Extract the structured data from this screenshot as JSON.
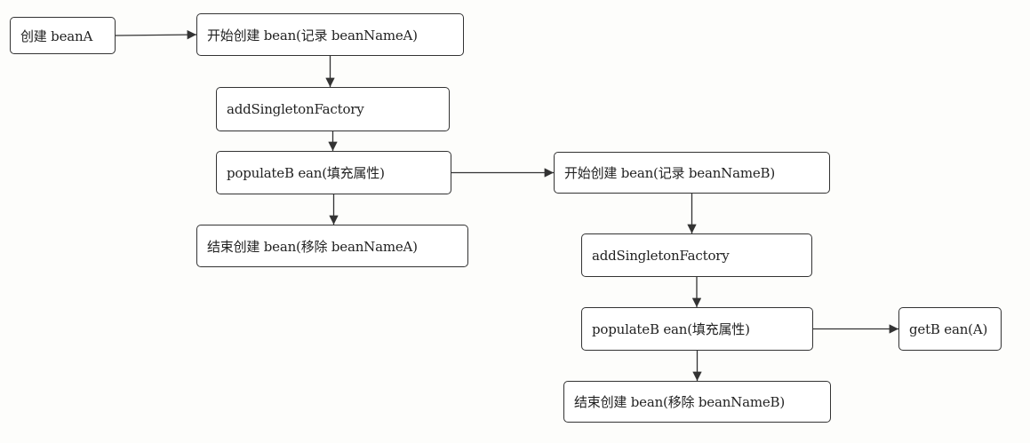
{
  "diagram": {
    "nodes": {
      "create_bean_a": "创建 beanA",
      "start_create_a": "开始创建 bean(记录 beanNameA)",
      "add_singleton_factory_a": "addSingletonFactory",
      "populate_bean_a": "populateB ean(填充属性)",
      "end_create_a": "结束创建 bean(移除 beanNameA)",
      "start_create_b": "开始创建 bean(记录 beanNameB)",
      "add_singleton_factory_b": "addSingletonFactory",
      "populate_bean_b": "populateB ean(填充属性)",
      "get_bean_a": "getB ean(A)",
      "end_create_b": "结束创建 bean(移除 beanNameB)"
    },
    "edges": [
      {
        "from": "create_bean_a",
        "to": "start_create_a"
      },
      {
        "from": "start_create_a",
        "to": "add_singleton_factory_a"
      },
      {
        "from": "add_singleton_factory_a",
        "to": "populate_bean_a"
      },
      {
        "from": "populate_bean_a",
        "to": "end_create_a"
      },
      {
        "from": "populate_bean_a",
        "to": "start_create_b"
      },
      {
        "from": "start_create_b",
        "to": "add_singleton_factory_b"
      },
      {
        "from": "add_singleton_factory_b",
        "to": "populate_bean_b"
      },
      {
        "from": "populate_bean_b",
        "to": "end_create_b"
      },
      {
        "from": "populate_bean_b",
        "to": "get_bean_a"
      }
    ]
  }
}
